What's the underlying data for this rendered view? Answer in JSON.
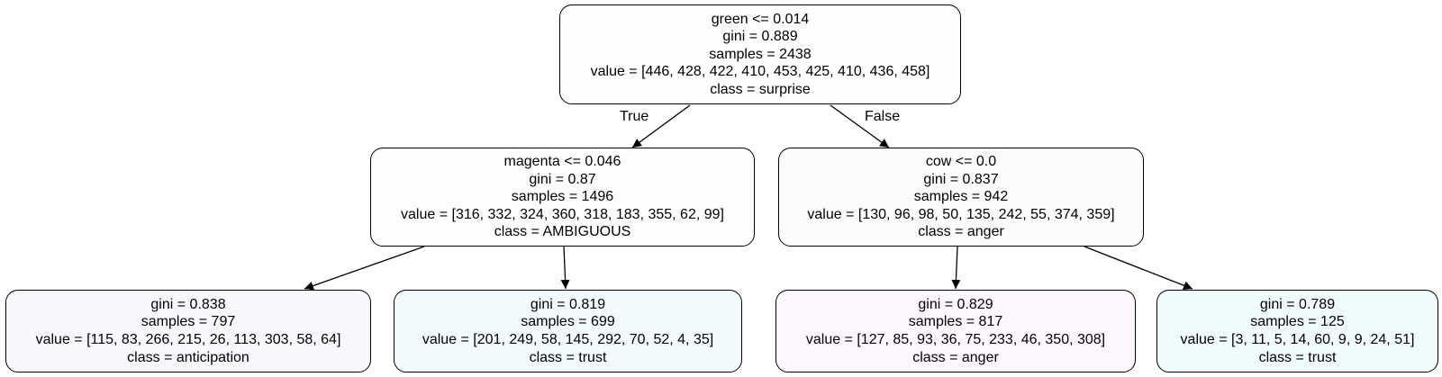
{
  "nodes": {
    "root": {
      "lines": [
        "green <= 0.014",
        "gini = 0.889",
        "samples = 2438",
        "value = [446, 428, 422, 410, 453, 425, 410, 436, 458]",
        "class = surprise"
      ],
      "fill": "#fefefe"
    },
    "left": {
      "lines": [
        "magenta <= 0.046",
        "gini = 0.87",
        "samples = 1496",
        "value = [316, 332, 324, 360, 318, 183, 355, 62, 99]",
        "class = AMBIGUOUS"
      ],
      "fill": "#fefefe"
    },
    "right": {
      "lines": [
        "cow <= 0.0",
        "gini = 0.837",
        "samples = 942",
        "value = [130, 96, 98, 50, 135, 242, 55, 374, 359]",
        "class = anger"
      ],
      "fill": "#fdfbfe"
    },
    "leaf_ll": {
      "lines": [
        "gini = 0.838",
        "samples = 797",
        "value = [115, 83, 266, 215, 26, 113, 303, 58, 64]",
        "class = anticipation"
      ],
      "fill": "#f9f7fe"
    },
    "leaf_lr": {
      "lines": [
        "gini = 0.819",
        "samples = 699",
        "value = [201, 249, 58, 145, 292, 70, 52, 4, 35]",
        "class = trust"
      ],
      "fill": "#f1fbfc"
    },
    "leaf_rl": {
      "lines": [
        "gini = 0.829",
        "samples = 817",
        "value = [127, 85, 93, 36, 75, 233, 46, 350, 308]",
        "class = anger"
      ],
      "fill": "#fdf6fd"
    },
    "leaf_rr": {
      "lines": [
        "gini = 0.789",
        "samples = 125",
        "value = [3, 11, 5, 14, 60, 9, 9, 24, 51]",
        "class = trust"
      ],
      "fill": "#effcfb"
    }
  },
  "edge_labels": {
    "true_label": "True",
    "false_label": "False"
  },
  "colors": {
    "border": "#000000",
    "edge": "#000000",
    "background": "#ffffff"
  }
}
